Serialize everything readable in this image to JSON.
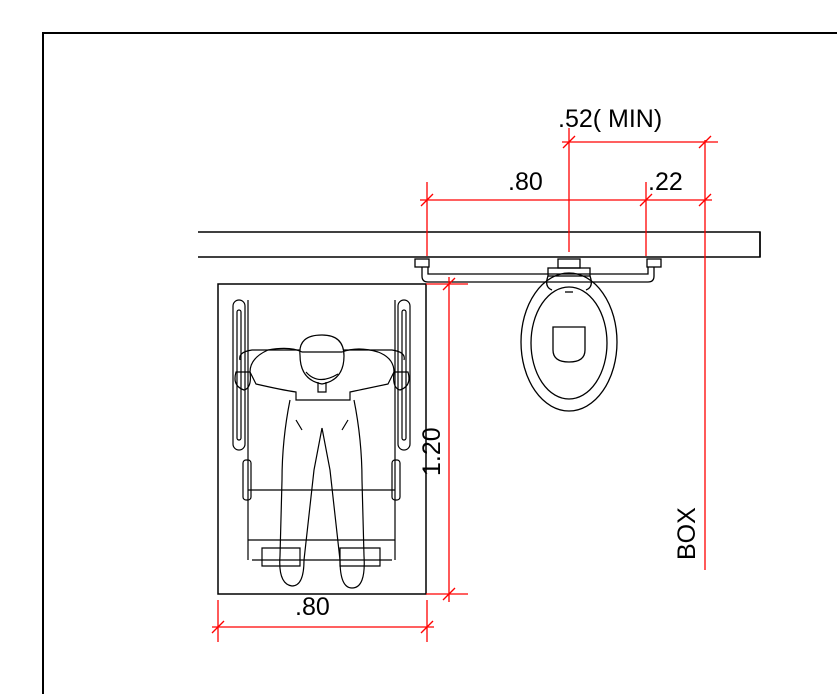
{
  "dimensions": {
    "min_clearance": ".52( MIN)",
    "grab_bar_length": ".80",
    "side_offset": ".22",
    "wheelchair_depth": "1.20",
    "wheelchair_width": ".80",
    "box_label": "BOX"
  },
  "colors": {
    "linework": "#000000",
    "dimension_lines": "#ff0000"
  },
  "icons": {
    "person": "wheelchair-user-icon",
    "toilet": "toilet-icon"
  }
}
